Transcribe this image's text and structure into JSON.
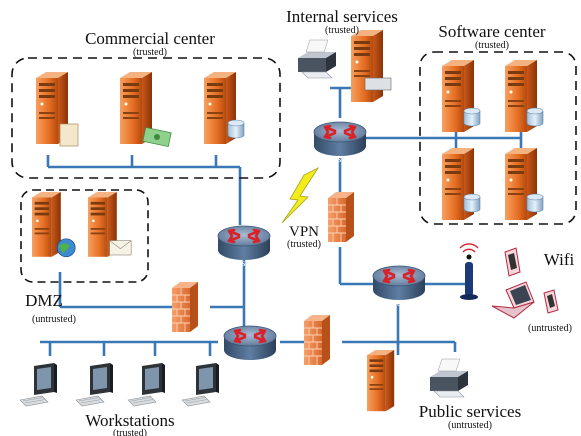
{
  "groups": {
    "commercial": {
      "title": "Commercial center",
      "trust": "(trusted)"
    },
    "internal": {
      "title": "Internal services",
      "trust": "(trusted)"
    },
    "software": {
      "title": "Software center",
      "trust": "(trusted)"
    },
    "dmz": {
      "title": "DMZ",
      "trust": "(untrusted)"
    },
    "wifi": {
      "title": "Wifi",
      "trust": "(untrusted)"
    },
    "workstations": {
      "title": "Workstations",
      "trust": "(trusted)"
    },
    "public": {
      "title": "Public services",
      "trust": "(untrusted)"
    }
  },
  "vpn": {
    "title": "VPN",
    "trust": "(trusted)"
  },
  "routers": {
    "top": "trusted",
    "middle": "trusted",
    "bottom": "trusted",
    "right": "untrusted"
  },
  "colors": {
    "link": "#3a78b5",
    "server": "#e8732a",
    "router": "#4e6c8d",
    "firewall": "#f08a4b",
    "arrow": "#d8222a",
    "bolt": "#f2ec1c"
  }
}
